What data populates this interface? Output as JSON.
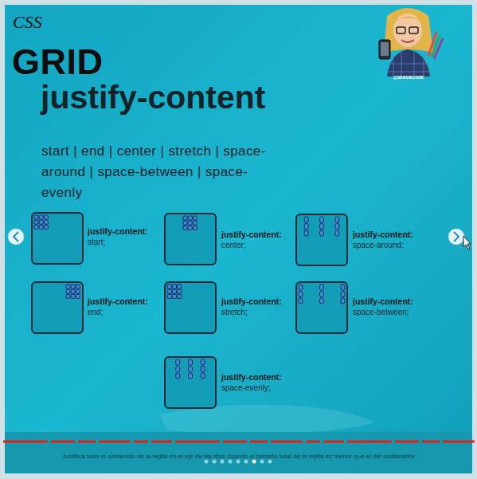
{
  "diagram": {
    "title": "justify-content",
    "caption": "Justifica todo el contenido de la rejilla en el eje de las filas cuando el tamaño total de la rejilla es menor que el del contenedor",
    "labels": [
      "CSS",
      "GRID",
      "start | end | center | stretch | space-around | space-between | space-evenly",
      "justify-content:",
      "start;",
      "justify-content:",
      "center;",
      "justify-content:",
      "space-around;",
      "justify-content:",
      "end;",
      "justify-content:",
      "stretch;",
      "justify-content:",
      "space-between;",
      "justify-content:",
      "space-evenly;",
      "@SERGIECODE"
    ]
  }
}
